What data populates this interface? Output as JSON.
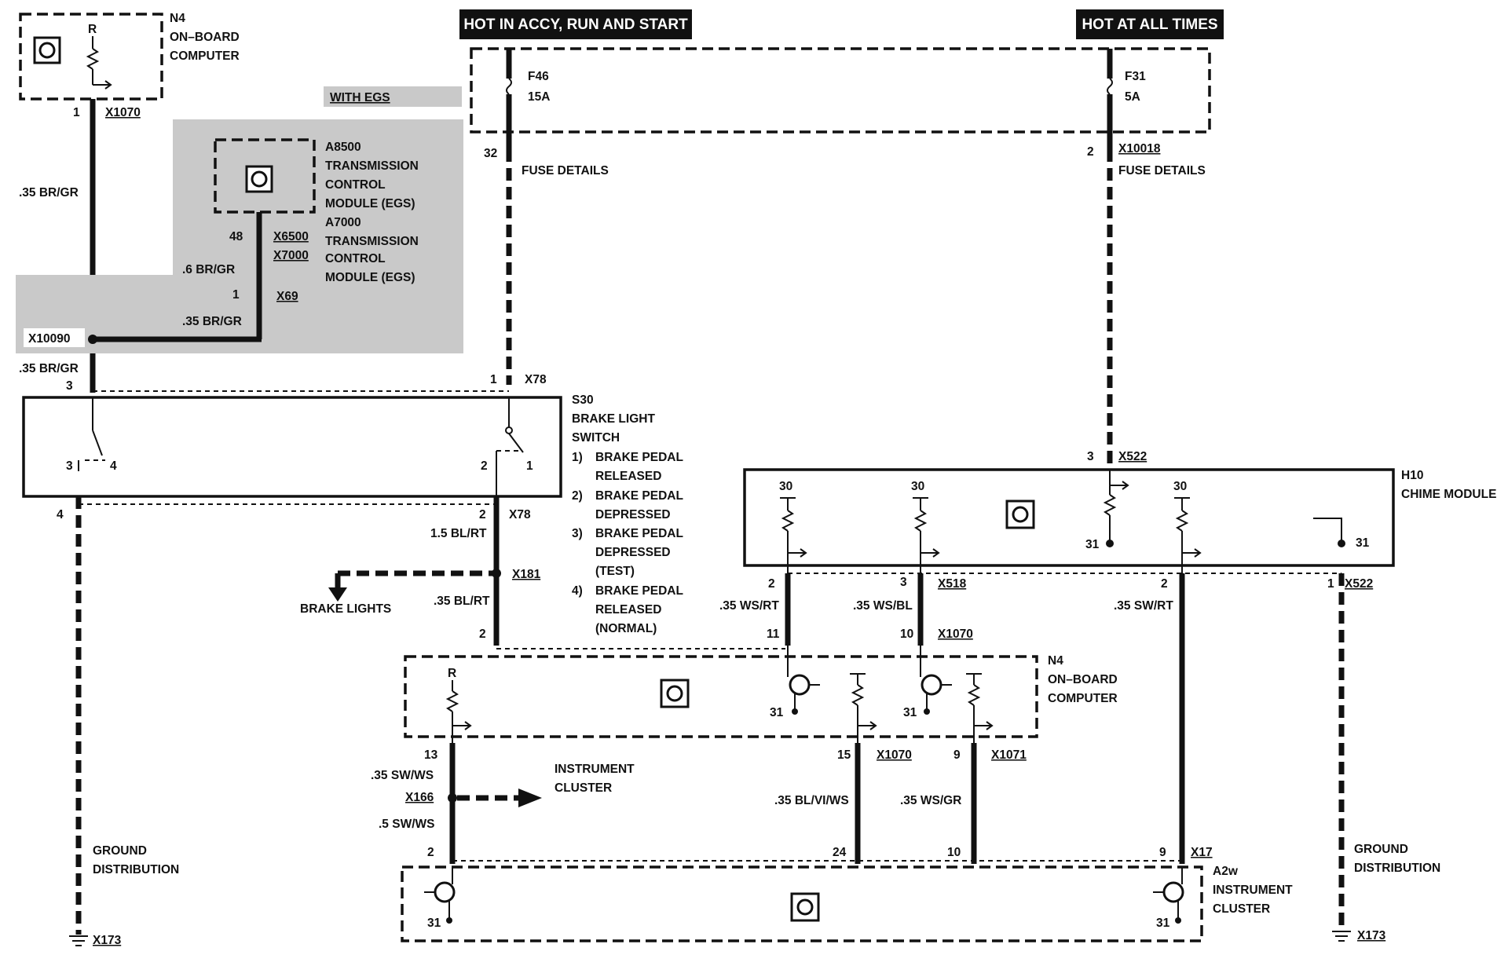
{
  "headers": {
    "hot_accy": "HOT IN ACCY, RUN AND START",
    "hot_always": "HOT AT ALL TIMES"
  },
  "fuses": {
    "f46": {
      "name": "F46",
      "rating": "15A",
      "pin": "32",
      "note": "FUSE DETAILS"
    },
    "f31": {
      "name": "F31",
      "rating": "5A",
      "pin": "2",
      "conn": "X10018",
      "note": "FUSE DETAILS"
    }
  },
  "n4_top": {
    "id": "N4",
    "line1": "ON–BOARD",
    "line2": "COMPUTER",
    "res": "R",
    "pin": "1",
    "conn": "X1070"
  },
  "egs": {
    "tag": "WITH EGS",
    "a8500": "A8500",
    "tcm1": "TRANSMISSION",
    "ctl1": "CONTROL",
    "mod1": "MODULE (EGS)",
    "a7000": "A7000",
    "tcm2": "TRANSMISSION",
    "ctl2": "CONTROL",
    "mod2": "MODULE (EGS)",
    "pin48": "48",
    "x6500": "X6500",
    "x7000": "X7000",
    "wire06": ".6 BR/GR",
    "pin1": "1",
    "x69": "X69",
    "wire035": ".35 BR/GR",
    "x10090": "X10090"
  },
  "left_wires": {
    "w1": ".35 BR/GR",
    "w2": ".35 BR/GR"
  },
  "s30": {
    "id": "S30",
    "line1": "BRAKE LIGHT",
    "line2": "SWITCH",
    "notes": [
      [
        "1)",
        "BRAKE PEDAL",
        "RELEASED"
      ],
      [
        "2)",
        "BRAKE PEDAL",
        "DEPRESSED"
      ],
      [
        "3)",
        "BRAKE PEDAL",
        "DEPRESSED",
        "(TEST)"
      ],
      [
        "4)",
        "BRAKE PEDAL",
        "RELEASED",
        "(NORMAL)"
      ]
    ],
    "pin3a": "3",
    "pin1a": "1",
    "x78a": "X78",
    "pin3b": "3",
    "pin4": "4",
    "pin2b": "2",
    "pin1b": "1",
    "pin4c": "4",
    "pin2c": "2",
    "x78c": "X78"
  },
  "brake_lights": {
    "wire15": "1.5 BL/RT",
    "x181": "X181",
    "label": "BRAKE LIGHTS",
    "wire035": ".35 BL/RT",
    "pin2": "2"
  },
  "h10": {
    "id": "H10",
    "name": "CHIME MODULE",
    "pin3": "3",
    "x522": "X522",
    "p30a": "30",
    "p30b": "30",
    "p30c": "30",
    "p31a": "31",
    "p31b": "31",
    "pin2a": "2",
    "pin3b": "3",
    "x518": "X518",
    "pin2c": "2",
    "pin1d": "1",
    "x522b": "X522"
  },
  "mid_wires": {
    "wsrt": ".35 WS/RT",
    "wsbl": ".35 WS/BL",
    "swrt": ".35 SW/RT",
    "p11": "11",
    "p10": "10",
    "x1070": "X1070"
  },
  "n4_bottom": {
    "id": "N4",
    "line1": "ON–BOARD",
    "line2": "COMPUTER",
    "res": "R",
    "p31a": "31",
    "p31b": "31"
  },
  "lower": {
    "p13": "13",
    "swws": ".35 SW/WS",
    "x166": "X166",
    "cluster1": "INSTRUMENT",
    "cluster2": "CLUSTER",
    "swws5": ".5 SW/WS",
    "p2": "2",
    "p15": "15",
    "x1070": "X1070",
    "p9": "9",
    "x1071": "X1071",
    "blviws": ".35 BL/VI/WS",
    "wsgr": ".35  WS/GR",
    "p24": "24",
    "p10": "10",
    "p9b": "9",
    "x17": "X17"
  },
  "a2": {
    "id": "A2w",
    "line1": "INSTRUMENT",
    "line2": "CLUSTER",
    "p31a": "31",
    "p31b": "31"
  },
  "grounds": {
    "left1": "GROUND",
    "left2": "DISTRIBUTION",
    "left_conn": "X173",
    "right1": "GROUND",
    "right2": "DISTRIBUTION",
    "right_conn": "X173"
  }
}
